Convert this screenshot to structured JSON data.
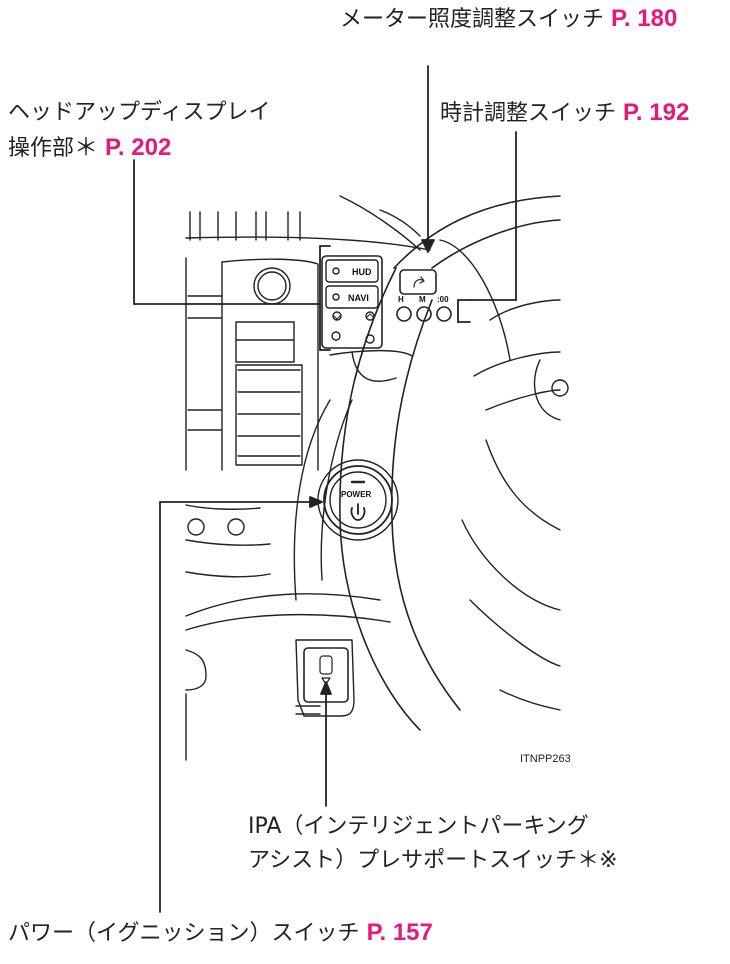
{
  "callouts": {
    "meter": {
      "text": "メーター照度調整スイッチ",
      "page": "P. 180"
    },
    "clock": {
      "text": "時計調整スイッチ",
      "page": "P. 192"
    },
    "hud": {
      "line1": "ヘッドアップディスプレイ",
      "line2": "操作部",
      "star": "＊",
      "page": "P. 202"
    },
    "ipa": {
      "line1": "IPA（インテリジェントパーキング",
      "line2": "アシスト）プレサポートスイッチ",
      "marks": "＊※"
    },
    "power": {
      "text": "パワー（イグニッション）スイッチ",
      "page": "P. 157"
    }
  },
  "panel": {
    "hud_button": "HUD",
    "navi_button": "NAVI",
    "clock_h": "H",
    "clock_m": "M",
    "clock_00": ":00",
    "power_button": "POWER"
  },
  "figure_code": "ITNPP263",
  "colors": {
    "page_ref": "#e8177e",
    "line": "#222222"
  }
}
